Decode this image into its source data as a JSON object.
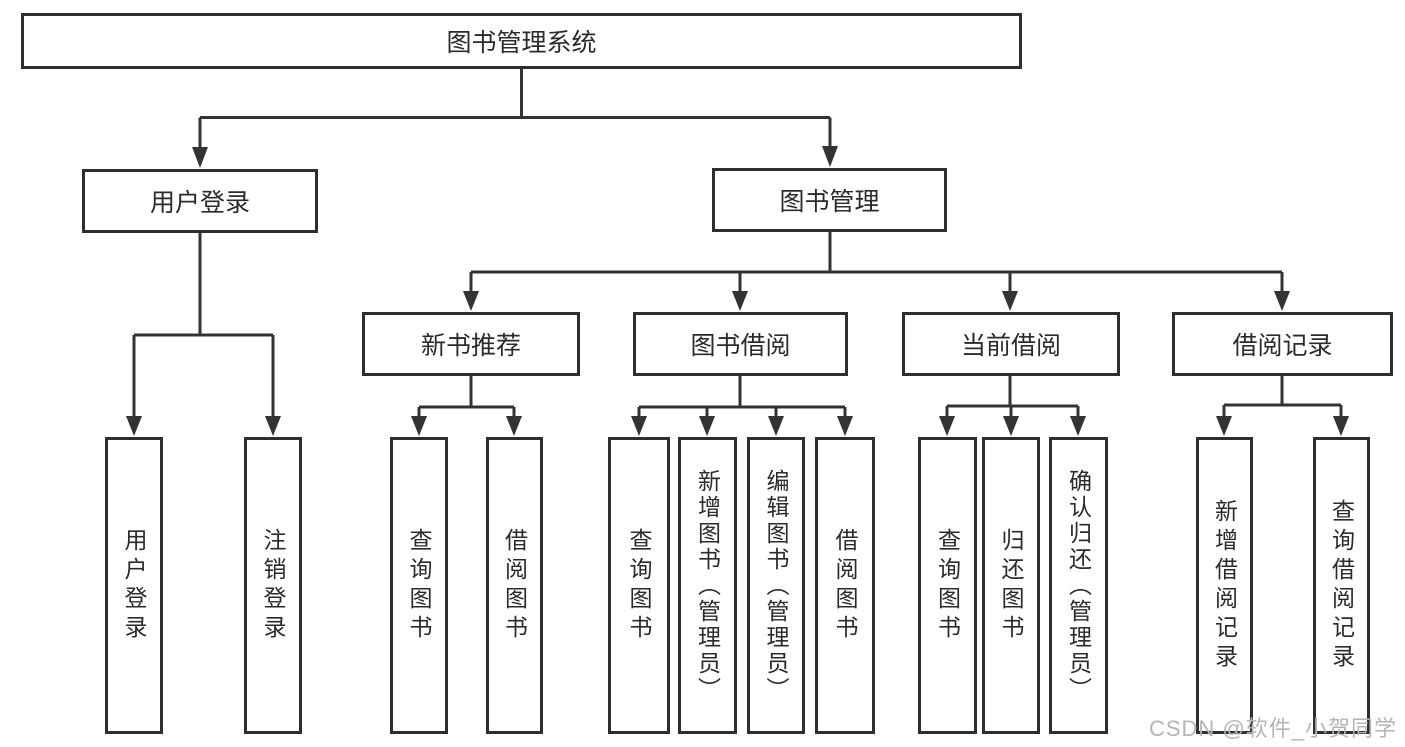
{
  "diagram_title": "图书管理系统",
  "nodes": {
    "root": {
      "label": "图书管理系统"
    },
    "user_login": {
      "label": "用户登录"
    },
    "book_mgmt": {
      "label": "图书管理"
    },
    "new_book_rec": {
      "label": "新书推荐"
    },
    "book_borrow": {
      "label": "图书借阅"
    },
    "current_borrow": {
      "label": "当前借阅"
    },
    "borrow_records": {
      "label": "借阅记录"
    },
    "leaf_user_login": {
      "label": "用户登录"
    },
    "leaf_logout": {
      "label": "注销登录"
    },
    "leaf_query_book_a": {
      "label": "查询图书"
    },
    "leaf_borrow_book_a": {
      "label": "借阅图书"
    },
    "leaf_query_book_b": {
      "label": "查询图书"
    },
    "leaf_add_book": {
      "label": "新增图书（管理员）"
    },
    "leaf_edit_book": {
      "label": "编辑图书（管理员）"
    },
    "leaf_borrow_book_b": {
      "label": "借阅图书"
    },
    "leaf_query_book_c": {
      "label": "查询图书"
    },
    "leaf_return_book": {
      "label": "归还图书"
    },
    "leaf_confirm_return": {
      "label": "确认归还（管理员）"
    },
    "leaf_add_record": {
      "label": "新增借阅记录"
    },
    "leaf_query_record": {
      "label": "查询借阅记录"
    }
  },
  "hierarchy": {
    "图书管理系统": {
      "用户登录": [
        "用户登录",
        "注销登录"
      ],
      "图书管理": {
        "新书推荐": [
          "查询图书",
          "借阅图书"
        ],
        "图书借阅": [
          "查询图书",
          "新增图书（管理员）",
          "编辑图书（管理员）",
          "借阅图书"
        ],
        "当前借阅": [
          "查询图书",
          "归还图书",
          "确认归还（管理员）"
        ],
        "借阅记录": [
          "新增借阅记录",
          "查询借阅记录"
        ]
      }
    }
  },
  "watermark": "CSDN @软件_小贺同学",
  "colors": {
    "line": "#333333",
    "box_border": "#2e2e2e",
    "text": "#2b2b2b",
    "watermark": "#b5b5b9",
    "background": "#ffffff"
  }
}
